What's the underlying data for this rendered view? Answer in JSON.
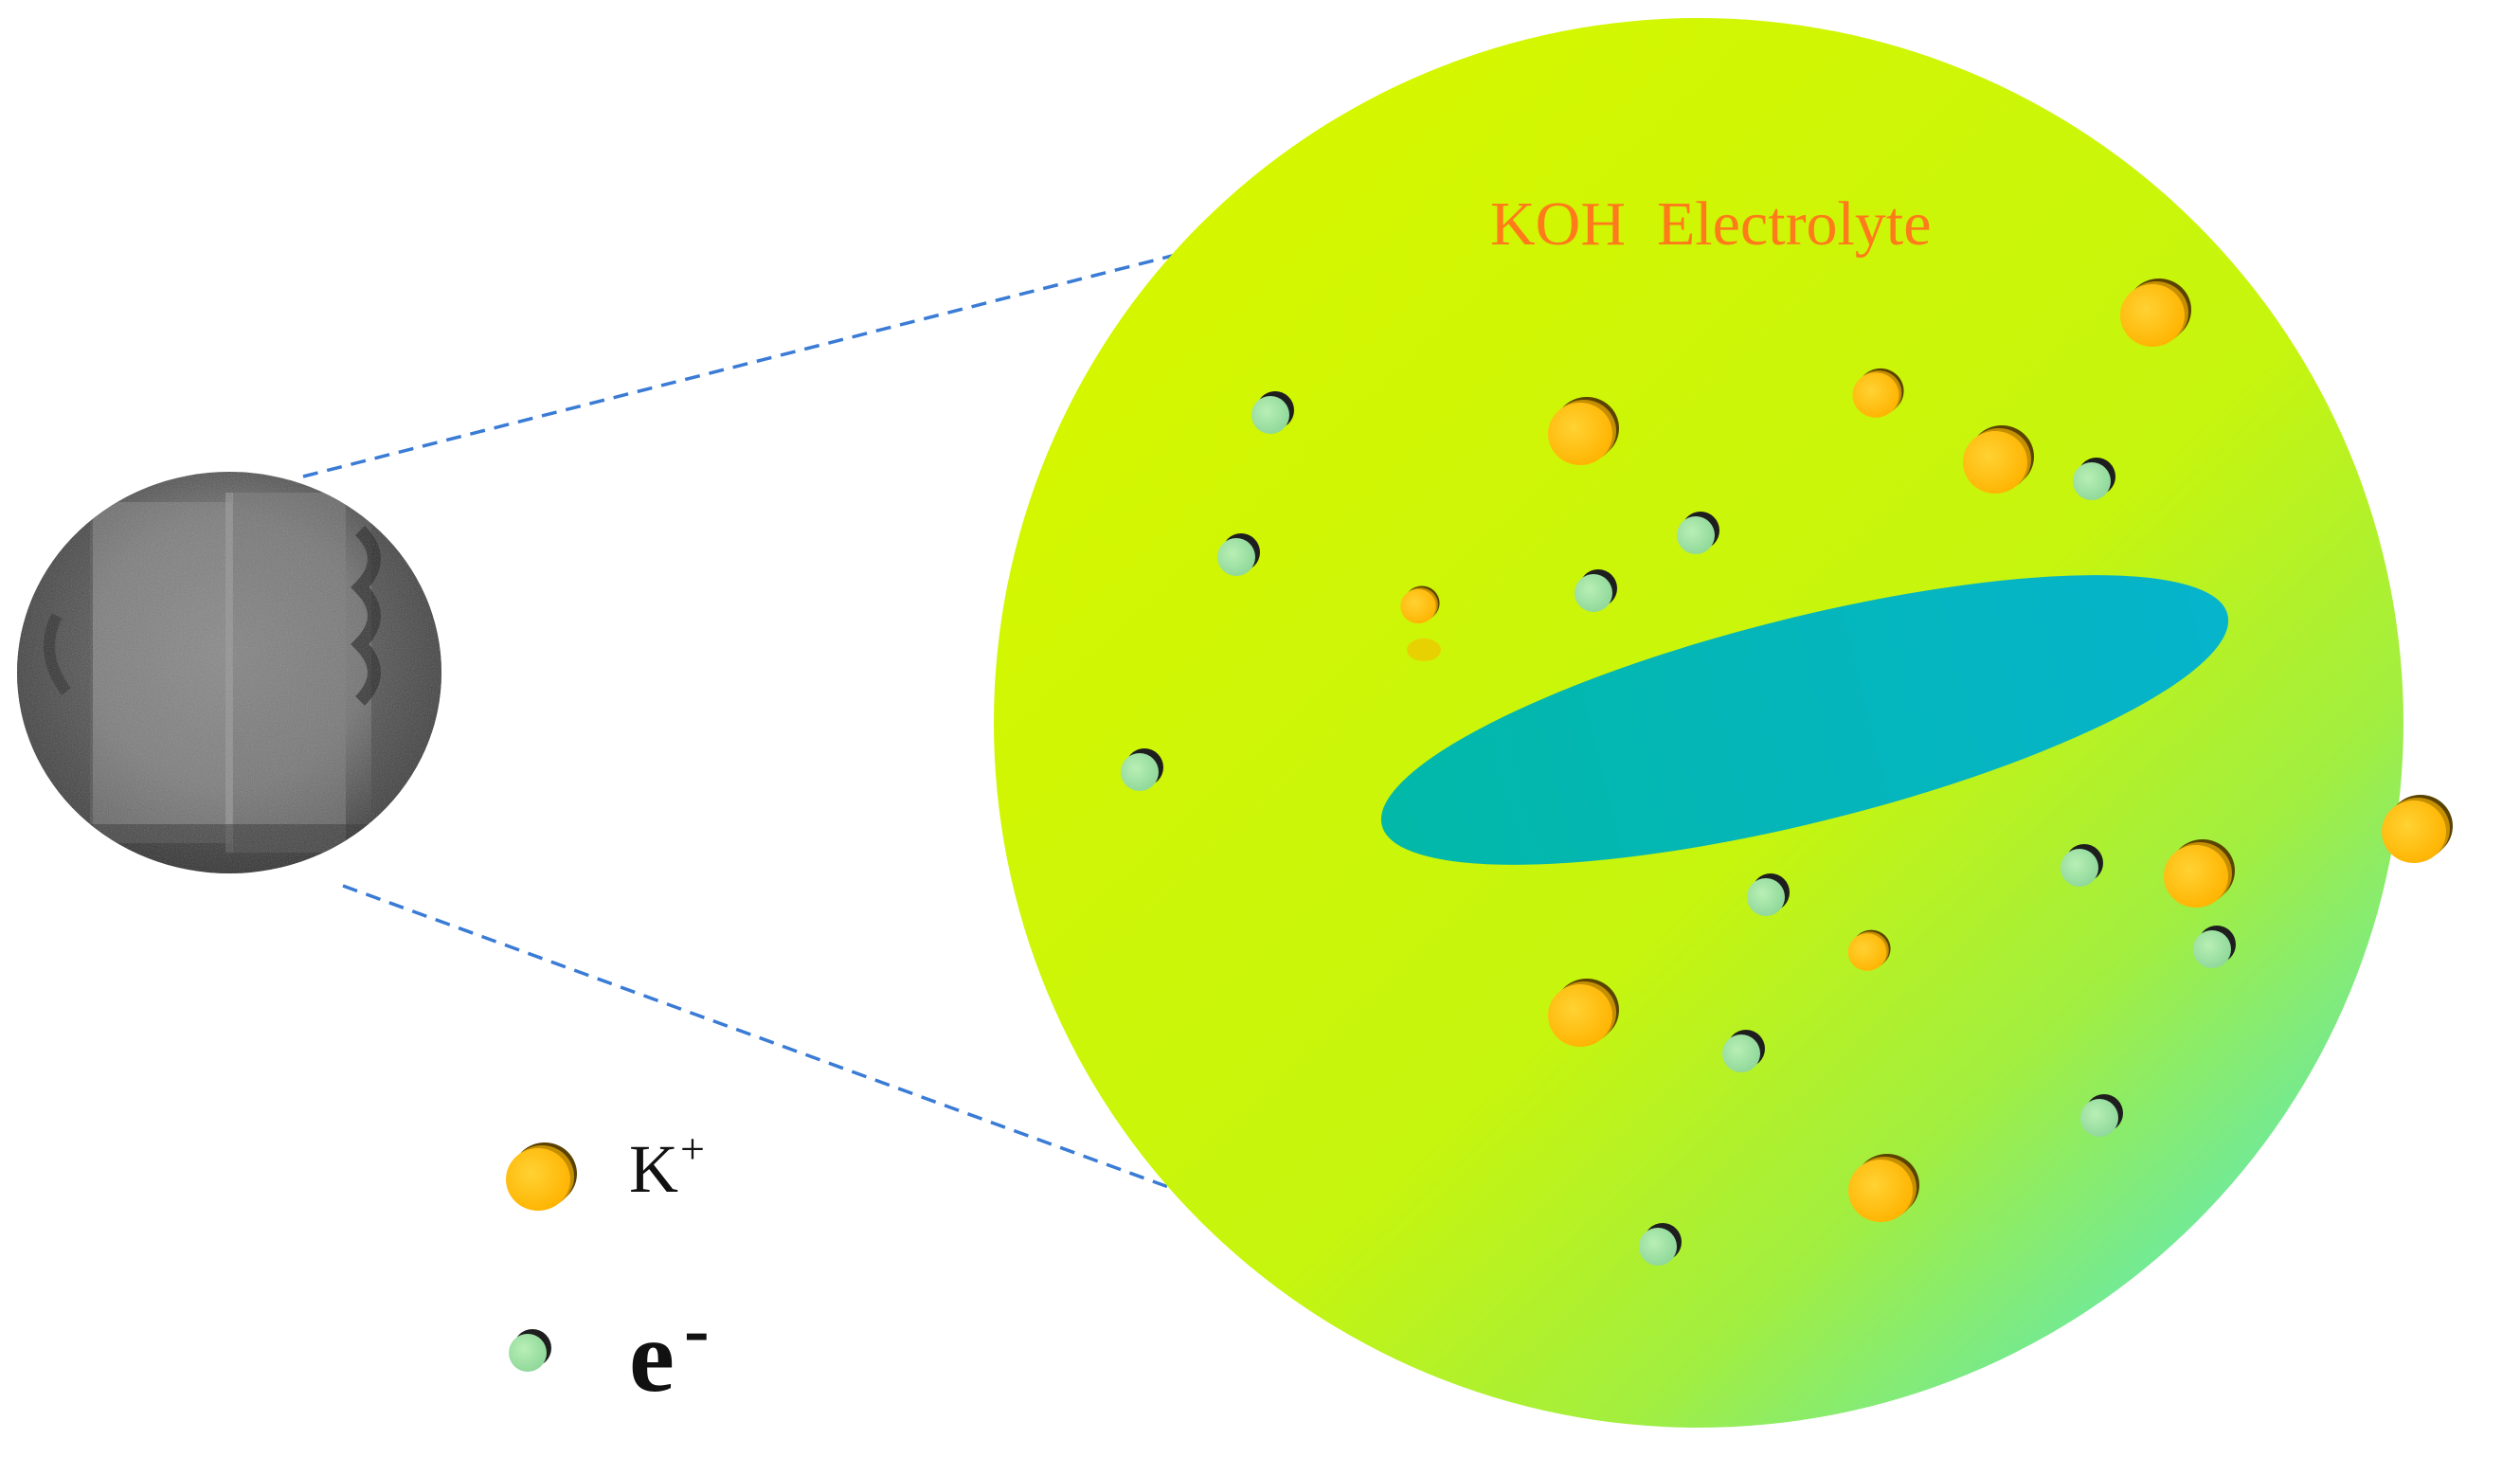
{
  "diagram": {
    "big_circle_title": "KOH  Electrolyte",
    "legend": [
      {
        "symbol": "K",
        "superscript": "+",
        "marker": "k-ion"
      },
      {
        "symbol": "e",
        "superscript": "-",
        "marker": "electron"
      }
    ]
  },
  "colors": {
    "connector_dash": "#3a7bd5",
    "electrolyte_top": "#d4f700",
    "electrolyte_bottom_right": "#4ee6d6",
    "sheet": "#04b8b8",
    "k_ion": "#ffbf00",
    "k_ion_edge": "#6e5200",
    "electron": "#9fe0a0",
    "electron_edge": "#222222",
    "title": "#ff7a1a"
  },
  "icons": [
    "grayscale-micrograph",
    "k-ion-icon",
    "electron-icon",
    "dashed-connector"
  ]
}
